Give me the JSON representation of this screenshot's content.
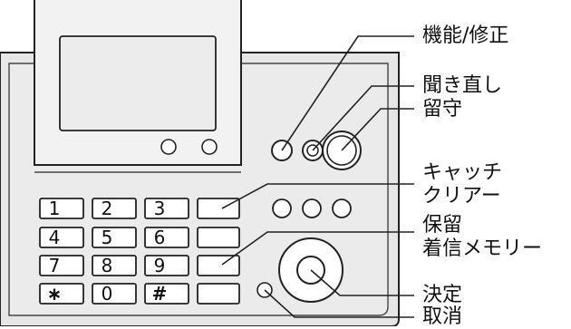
{
  "keypad": {
    "keys": [
      "1",
      "2",
      "3",
      "4",
      "5",
      "6",
      "7",
      "8",
      "9",
      "∗",
      "0",
      "#"
    ]
  },
  "labels": {
    "function_fix": "機能/修正",
    "recheck": "聞き直し",
    "answering": "留守",
    "catch": "キャッチ",
    "clear": "クリアー",
    "hold": "保留",
    "memory": "着信メモリー",
    "decide": "決定",
    "cancel": "取消"
  },
  "icons": {
    "recheck": "ear-icon",
    "answering": "answering-icon"
  }
}
